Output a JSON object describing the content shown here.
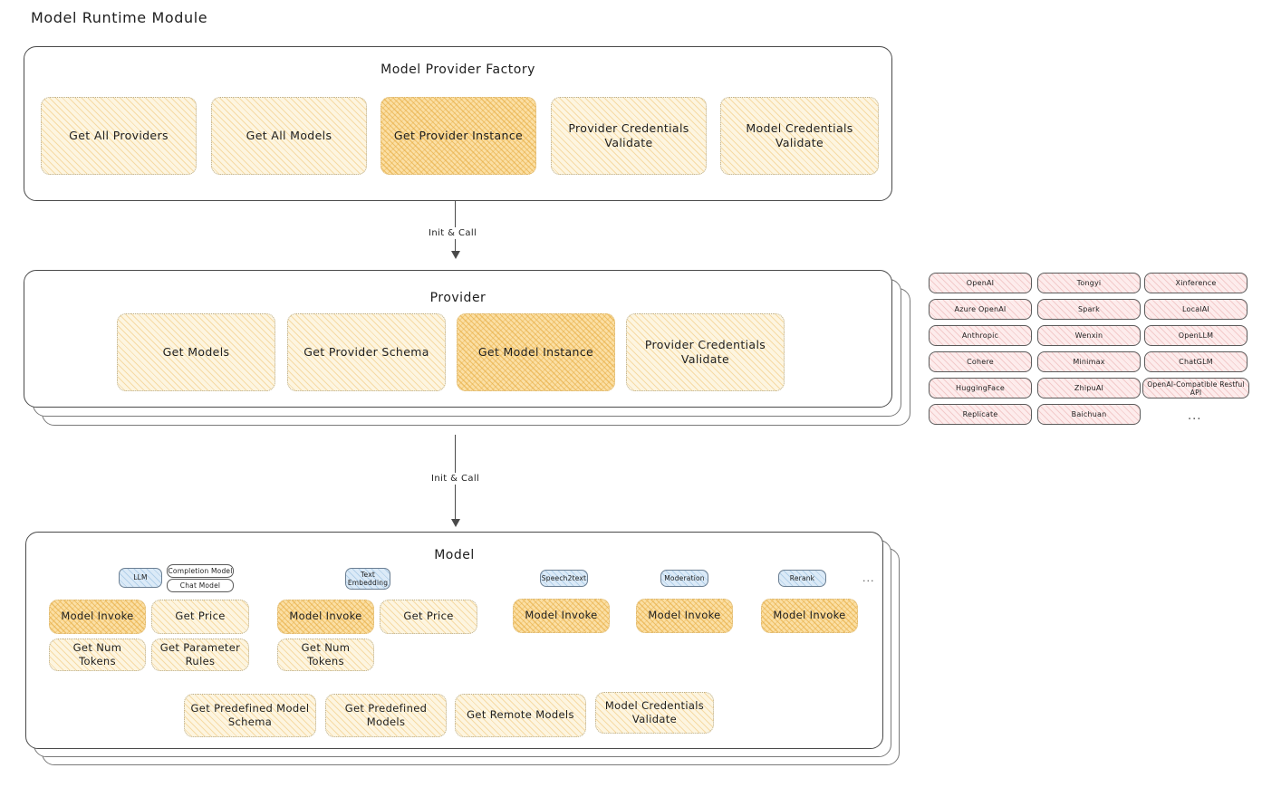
{
  "page": {
    "title": "Model Runtime Module"
  },
  "factory": {
    "title": "Model Provider Factory",
    "cards": [
      {
        "label": "Get All Providers",
        "highlight": false
      },
      {
        "label": "Get All Models",
        "highlight": false
      },
      {
        "label": "Get Provider Instance",
        "highlight": true
      },
      {
        "label": "Provider Credentials Validate",
        "highlight": false
      },
      {
        "label": "Model Credentials Validate",
        "highlight": false
      }
    ]
  },
  "arrow1": {
    "label": "Init & Call"
  },
  "provider": {
    "title": "Provider",
    "cards": [
      {
        "label": "Get Models",
        "highlight": false
      },
      {
        "label": "Get Provider Schema",
        "highlight": false
      },
      {
        "label": "Get Model Instance",
        "highlight": true
      },
      {
        "label": "Provider Credentials Validate",
        "highlight": false
      }
    ]
  },
  "arrow2": {
    "label": "Init & Call"
  },
  "provider_list": {
    "columns": [
      [
        "OpenAI",
        "Azure OpenAI",
        "Anthropic",
        "Cohere",
        "HuggingFace",
        "Replicate"
      ],
      [
        "Tongyi",
        "Spark",
        "Wenxin",
        "Minimax",
        "ZhipuAI",
        "Baichuan"
      ],
      [
        "Xinference",
        "LocalAI",
        "OpenLLM",
        "ChatGLM",
        "OpenAI-Compatible Restful API"
      ]
    ],
    "more": "..."
  },
  "model": {
    "title": "Model",
    "more": "...",
    "types": [
      {
        "name": "LLM",
        "blue": true,
        "subtypes": [
          "Completion Model",
          "Chat Model"
        ],
        "methods": [
          {
            "label": "Model Invoke",
            "highlight": true
          },
          {
            "label": "Get Price",
            "highlight": false
          },
          {
            "label": "Get Num Tokens",
            "highlight": false
          },
          {
            "label": "Get Parameter Rules",
            "highlight": false
          }
        ]
      },
      {
        "name": "Text Embedding",
        "blue": true,
        "subtypes": [],
        "methods": [
          {
            "label": "Model Invoke",
            "highlight": true
          },
          {
            "label": "Get Price",
            "highlight": false
          },
          {
            "label": "Get Num Tokens",
            "highlight": false
          }
        ]
      },
      {
        "name": "Speech2text",
        "blue": true,
        "subtypes": [],
        "methods": [
          {
            "label": "Model Invoke",
            "highlight": true
          }
        ]
      },
      {
        "name": "Moderation",
        "blue": true,
        "subtypes": [],
        "methods": [
          {
            "label": "Model Invoke",
            "highlight": true
          }
        ]
      },
      {
        "name": "Rerank",
        "blue": true,
        "subtypes": [],
        "methods": [
          {
            "label": "Model Invoke",
            "highlight": true
          }
        ]
      }
    ],
    "common_methods": [
      {
        "label": "Get Predefined Model Schema"
      },
      {
        "label": "Get Predefined Models"
      },
      {
        "label": "Get Remote Models"
      },
      {
        "label": "Model Credentials Validate"
      }
    ]
  },
  "colors": {
    "card_fill": "#fdf5e0",
    "card_fill_strong": "#fbdfa4",
    "chip_blue": "#dbeaf7",
    "provider_chip": "#fdecec",
    "stroke": "#1e1e1e"
  }
}
